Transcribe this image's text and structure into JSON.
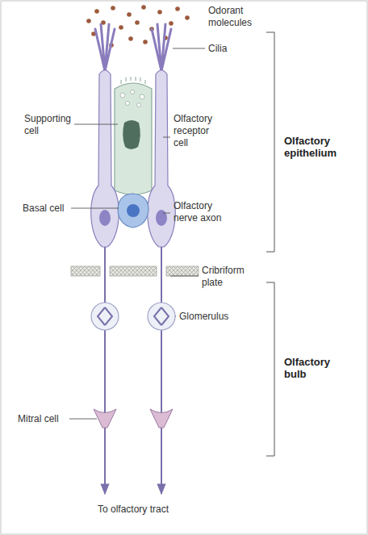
{
  "diagram": {
    "labels": [
      "Odorant molecules",
      "Cilia",
      "Supporting cell",
      "Olfactory receptor cell",
      "Olfactory epithelium",
      "Basal cell",
      "Olfactory nerve axon",
      "Cribriform plate",
      "Glomerulus",
      "Olfactory bulb",
      "Mitral cell",
      "To olfactory tract"
    ]
  }
}
